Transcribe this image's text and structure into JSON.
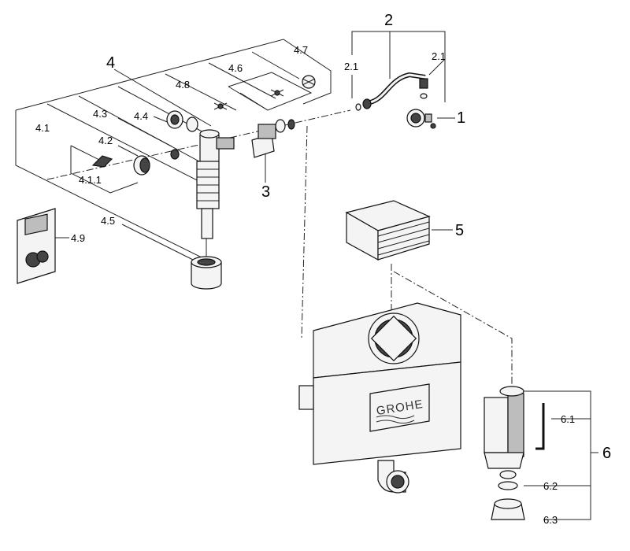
{
  "labels": {
    "l1": "1",
    "l2": "2",
    "l2_1a": "2.1",
    "l2_1b": "2.1",
    "l3": "3",
    "l4": "4",
    "l4_1": "4.1",
    "l4_1_1": "4.1.1",
    "l4_2": "4.2",
    "l4_3": "4.3",
    "l4_4": "4.4",
    "l4_5": "4.5",
    "l4_6": "4.6",
    "l4_7": "4.7",
    "l4_8": "4.8",
    "l4_9": "4.9",
    "l5": "5",
    "l6": "6",
    "l6_1": "6.1",
    "l6_2": "6.2",
    "l6_3": "6.3"
  },
  "brand": "GROHE"
}
